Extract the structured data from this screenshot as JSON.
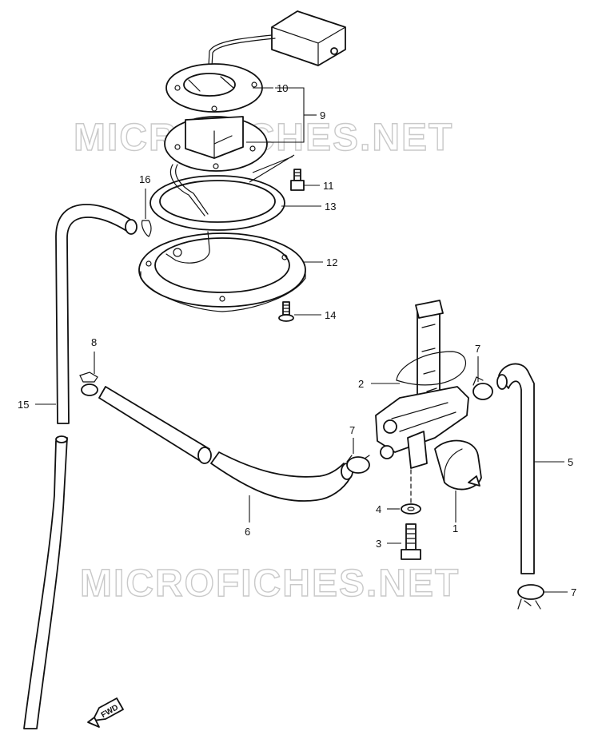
{
  "watermarks": [
    "MICROFICHES.NET",
    "MICROFICHES.NET"
  ],
  "direction_badge": "FWD",
  "callouts": [
    "1",
    "2",
    "3",
    "4",
    "5",
    "6",
    "7",
    "7",
    "7",
    "8",
    "9",
    "10",
    "11",
    "12",
    "13",
    "14",
    "15",
    "16"
  ]
}
